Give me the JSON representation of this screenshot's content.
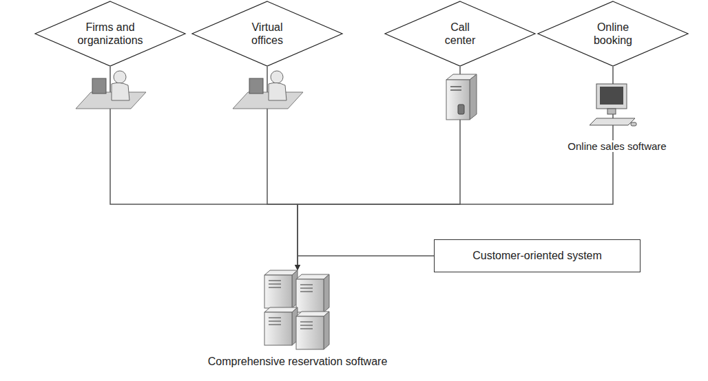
{
  "diagram": {
    "nodes": [
      {
        "text": [
          "Firms and organizations"
        ]
      },
      {
        "text": [
          "Virtual offices"
        ]
      },
      {
        "text": [
          "Call center"
        ]
      },
      {
        "text": [
          "Online booking"
        ]
      },
      {
        "text": [
          "Customer-oriented system"
        ]
      },
      {
        "text": [
          "Comprehensive reservation software"
        ]
      }
    ],
    "edges": [
      {
        "from": 0,
        "to": 5,
        "arrow": "to"
      },
      {
        "from": 1,
        "to": 5,
        "arrow": "to"
      },
      {
        "from": 2,
        "to": 5,
        "arrow": "to"
      },
      {
        "from": 3,
        "to": 5,
        "arrow": "to"
      },
      {
        "from": 4,
        "to": 5,
        "arrow": "to"
      }
    ],
    "labels": [
      "Online sales software"
    ]
  }
}
